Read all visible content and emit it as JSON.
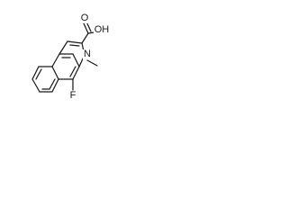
{
  "molecule": {
    "atoms": {
      "fluorine": "F",
      "nitrogen": "N",
      "hydroxyl": "OH",
      "carbonyl_oxygen": "O"
    }
  }
}
